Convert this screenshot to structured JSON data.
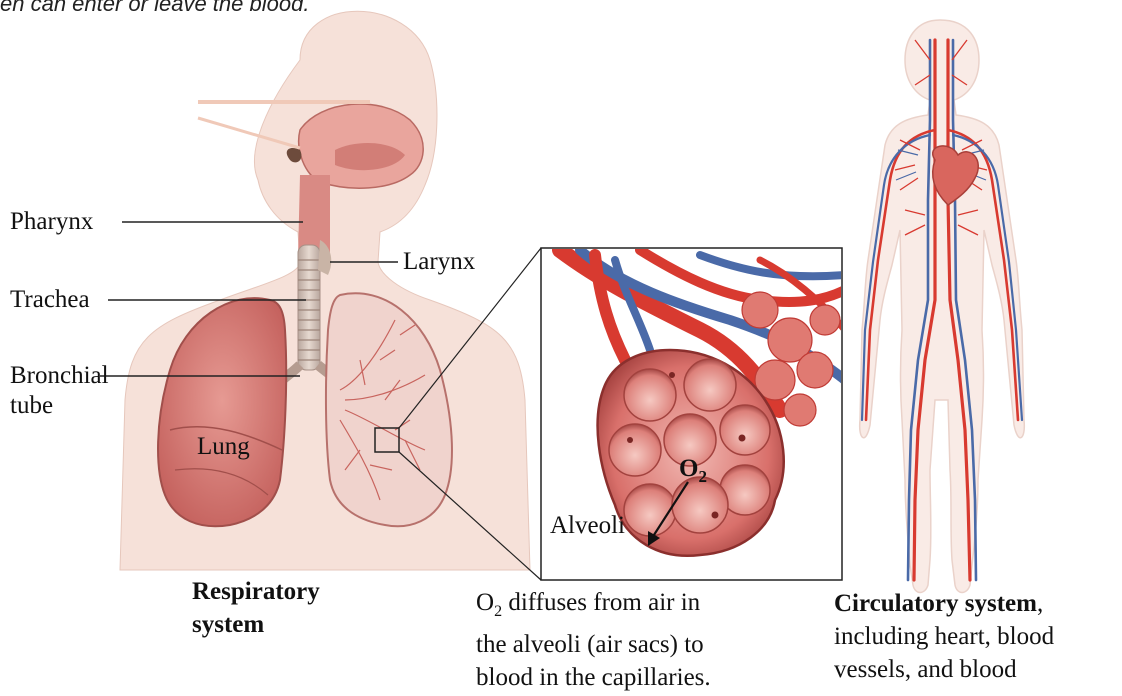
{
  "top_text_fragment": "en can enter or leave the blood.",
  "respiratory": {
    "labels": {
      "pharynx": "Pharynx",
      "larynx": "Larynx",
      "trachea": "Trachea",
      "bronchial": "Bronchial",
      "tube": "tube",
      "lung": "Lung"
    },
    "caption_line1": "Respiratory",
    "caption_line2": "system"
  },
  "alveoli": {
    "label": "Alveoli",
    "o2_label": "O",
    "o2_sub": "2",
    "caption_o": "O",
    "caption_sub": "2",
    "caption_line1_rest": " diffuses from air in",
    "caption_line2": "the alveoli (air sacs) to",
    "caption_line3": "blood in the capillaries."
  },
  "circulatory": {
    "caption_bold": "Circulatory system",
    "caption_rest1": ",",
    "caption_line2": "including heart, blood",
    "caption_line3": "vessels, and blood"
  },
  "colors": {
    "skin": "#f5ddd4",
    "lung": "#d97a76",
    "artery": "#d83a30",
    "vein": "#4a6aa8"
  }
}
